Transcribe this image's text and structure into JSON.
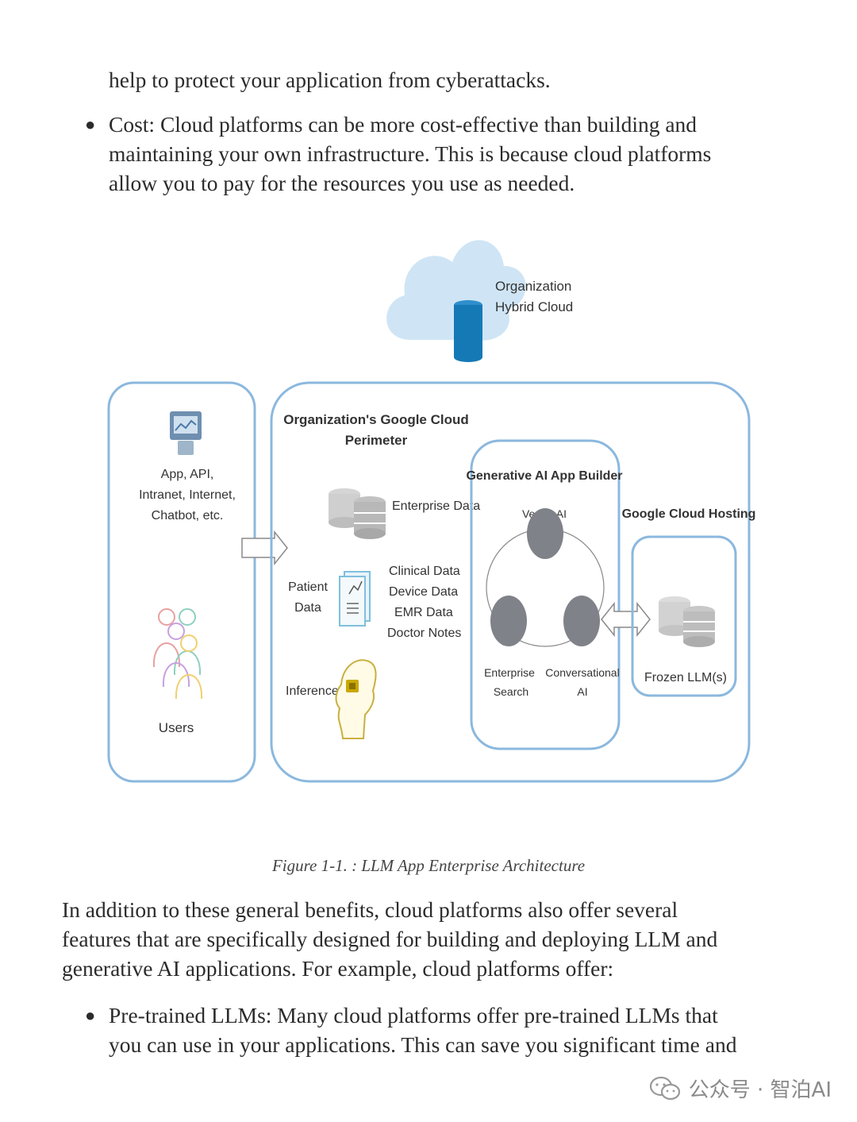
{
  "top_text": {
    "line_continued": "help to protect your application from cyberattacks.",
    "cost_bullet": [
      "Cost: Cloud platforms can be more cost-effective than building and",
      "maintaining your own infrastructure. This is because cloud platforms",
      "allow you to pay for the resources you use as needed."
    ]
  },
  "diagram": {
    "hybrid_cloud": [
      "Organization",
      "Hybrid Cloud"
    ],
    "left_box": {
      "app_label": [
        "App, API,",
        "Intranet, Internet,",
        "Chatbot, etc."
      ],
      "users_label": "Users"
    },
    "perimeter": {
      "title": [
        "Organization's  Google Cloud",
        "Perimeter"
      ],
      "enterprise_data": "Enterprise Data",
      "patient_data": [
        "Patient",
        "Data"
      ],
      "clinical_list": [
        "Clinical Data",
        "Device Data",
        "EMR Data",
        "Doctor Notes"
      ],
      "inference": "Inference"
    },
    "app_builder": {
      "title": "Generative AI App Builder",
      "vertex": "Vertex AI",
      "enterprise_search": [
        "Enterprise",
        "Search"
      ],
      "conversational_ai": [
        "Conversational",
        "AI"
      ]
    },
    "hosting": {
      "title": "Google Cloud Hosting",
      "frozen_llm": "Frozen LLM(s)"
    }
  },
  "caption": "Figure 1-1. : LLM App Enterprise Architecture",
  "body_paragraph": [
    "In addition to these general benefits, cloud platforms also offer several",
    "features that are specifically designed for building and deploying LLM and",
    "generative AI applications. For example, cloud platforms offer:"
  ],
  "pretrained_bullet": [
    "Pre-trained LLMs: Many cloud platforms offer pre-trained LLMs that",
    "you can use in your applications. This can save you significant time and"
  ],
  "watermark": "公众号 · 智泊AI",
  "colors": {
    "box_border": "#8bb8de",
    "cloud": "#cfe5f5",
    "cylinder": "#1579b6",
    "circle": "#7f8288"
  }
}
